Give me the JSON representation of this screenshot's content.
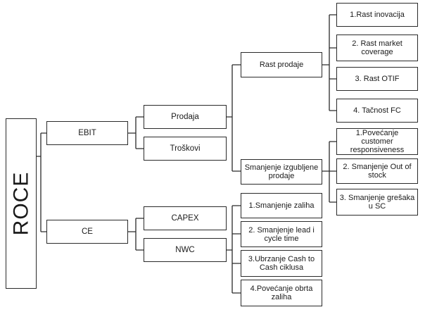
{
  "root": {
    "label": "ROCE"
  },
  "branches": {
    "ebit": {
      "label": "EBIT"
    },
    "ce": {
      "label": "CE"
    }
  },
  "ebit_children": {
    "prodaja": {
      "label": "Prodaja"
    },
    "troskovi": {
      "label": "Troškovi"
    }
  },
  "prodaja_children": {
    "rast_prodaje": {
      "label": "Rast prodaje"
    },
    "smanjenje_izgubljene": {
      "label": "Smanjenje izgubljene prodaje"
    }
  },
  "rast_prodaje_items": [
    {
      "label": "1.Rast inovacija"
    },
    {
      "label": "2. Rast market coverage"
    },
    {
      "label": "3. Rast OTIF"
    },
    {
      "label": "4. Tačnost FC"
    }
  ],
  "smanjenje_items": [
    {
      "label": "1.Povećanje customer responsiveness"
    },
    {
      "label": "2. Smanjenje Out of stock"
    },
    {
      "label": "3. Smanjenje grešaka u SC"
    }
  ],
  "ce_children": {
    "capex": {
      "label": "CAPEX"
    },
    "nwc": {
      "label": "NWC"
    }
  },
  "nwc_items": [
    {
      "label": "1.Smanjenje zaliha"
    },
    {
      "label": "2. Smanjenje lead i cycle time"
    },
    {
      "label": "3.Ubrzanje Cash to Cash ciklusa"
    },
    {
      "label": "4.Povećanje obrta zaliha"
    }
  ]
}
